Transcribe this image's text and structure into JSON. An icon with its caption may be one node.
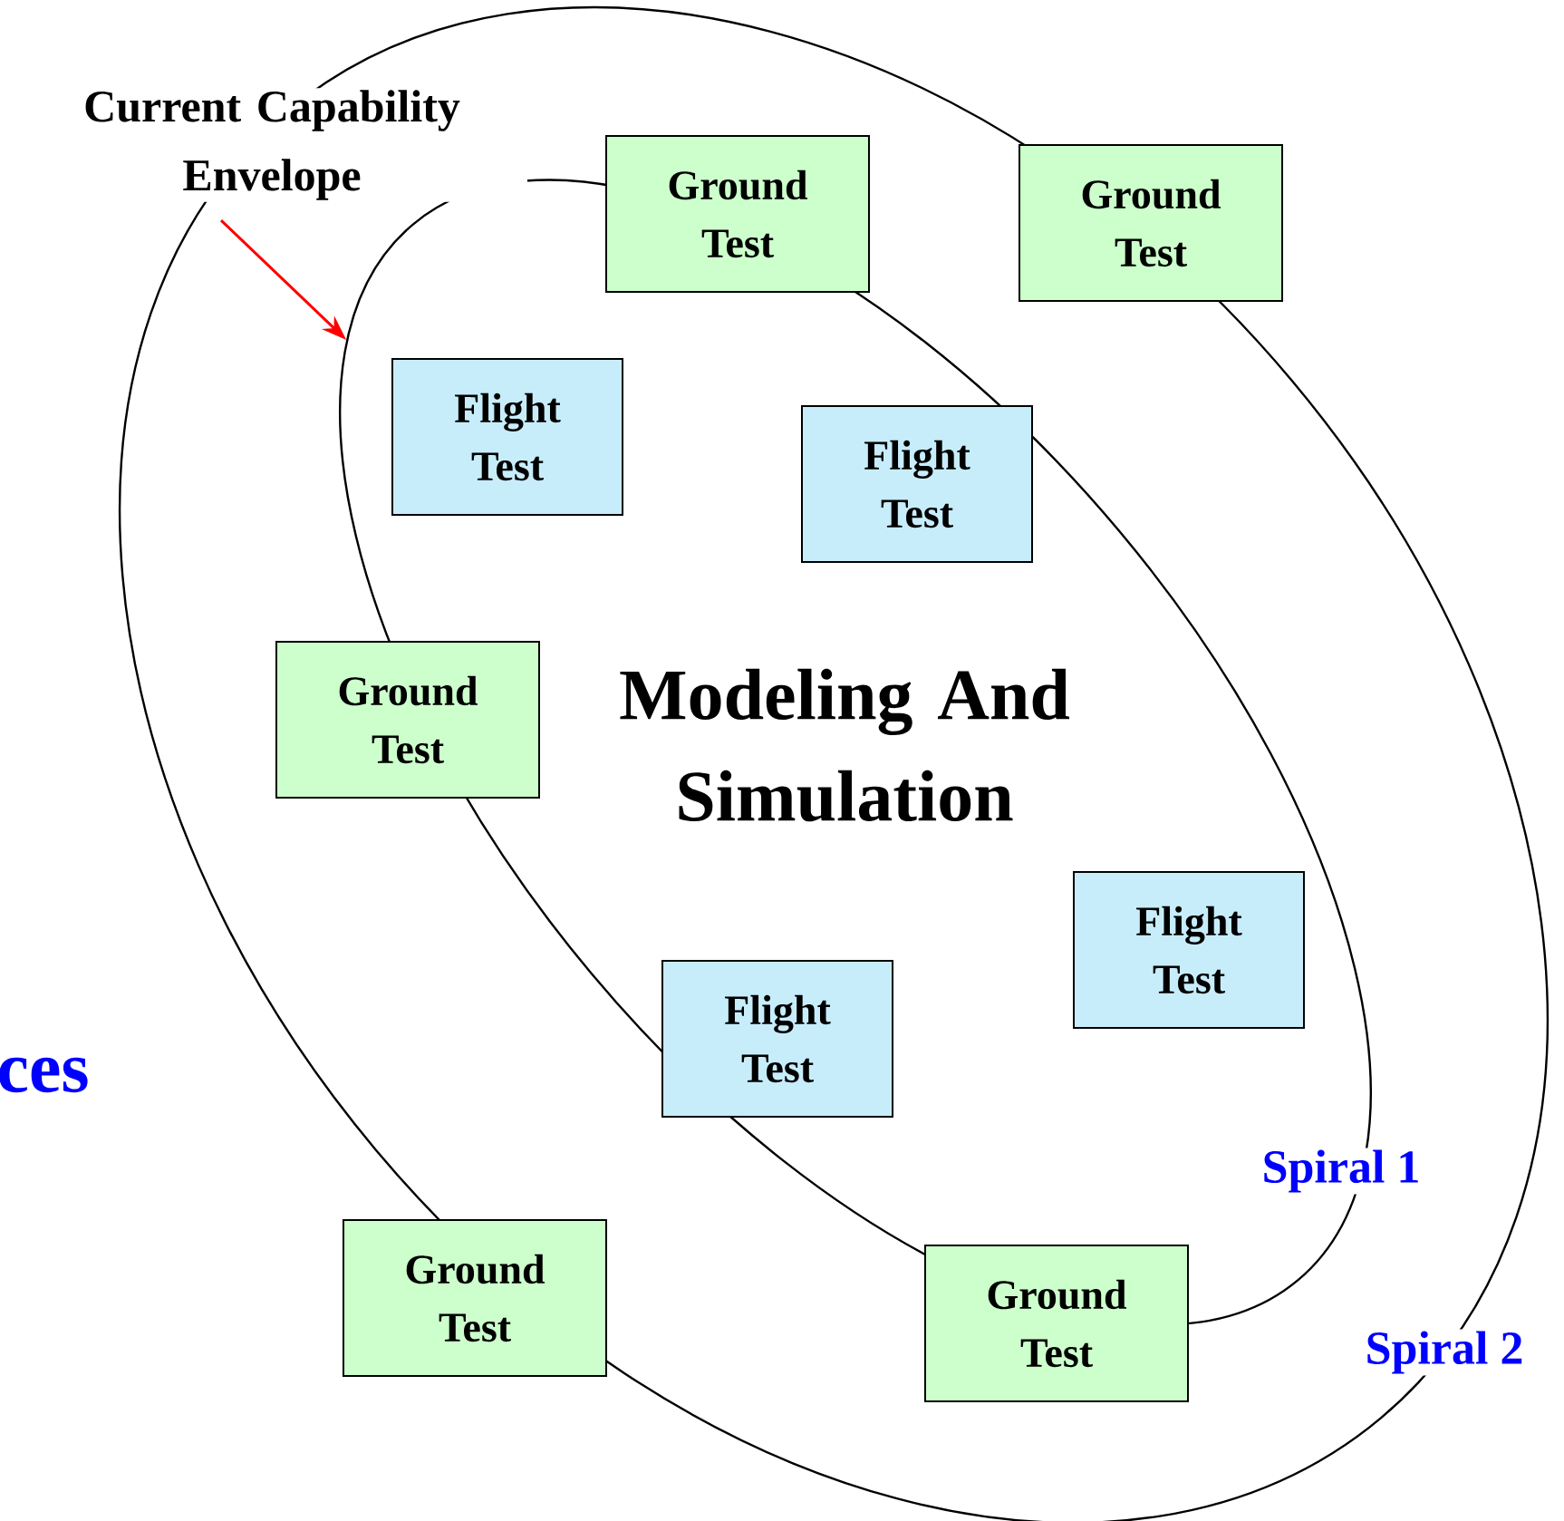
{
  "diagram": {
    "nodes": [
      {
        "text": [],
        "shape": "ellipse",
        "beside": [
          "Spiral 2"
        ]
      },
      {
        "text": [
          "Modeling And Simulation"
        ],
        "in": 0,
        "beside": [
          "Spiral 1"
        ]
      },
      {
        "text": [
          "Current Capability Envelope"
        ]
      },
      {
        "text": [
          "Ground Test"
        ],
        "in": 0
      },
      {
        "text": [
          "Ground Test"
        ]
      },
      {
        "text": [
          "Flight Test"
        ],
        "in": 1
      },
      {
        "text": [
          "Flight Test"
        ],
        "in": 1
      },
      {
        "text": [
          "Ground Test"
        ],
        "in": 0
      },
      {
        "text": [
          "Flight Test"
        ],
        "in": 1
      },
      {
        "text": [
          "Flight Test"
        ],
        "in": 1
      },
      {
        "text": [
          "Ground Test"
        ]
      },
      {
        "text": [
          "Ground Test"
        ],
        "in": 0
      }
    ],
    "edges": [
      {
        "from": 2,
        "to": 1,
        "arrow": "to",
        "color": "#ff0000"
      }
    ],
    "labels": [
      "ces"
    ]
  }
}
